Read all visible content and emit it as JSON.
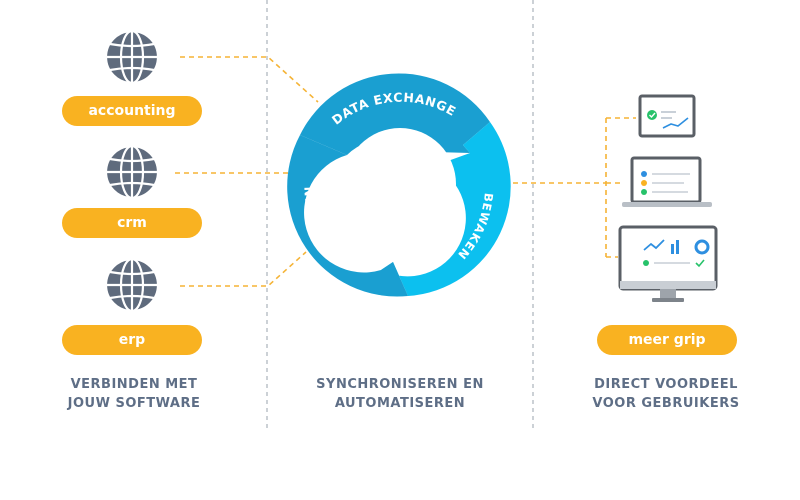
{
  "sources": [
    {
      "label": "accounting",
      "icon": "globe-icon"
    },
    {
      "label": "crm",
      "icon": "globe-icon"
    },
    {
      "label": "erp",
      "icon": "globe-icon"
    }
  ],
  "cycle": {
    "segments": [
      "DATA EXCHANGE",
      "BEWAKEN",
      "VERBINDEN"
    ]
  },
  "devices": [
    "monitor-icon",
    "laptop-icon",
    "desktop-icon"
  ],
  "result_label": "meer grip",
  "columns": [
    {
      "line1": "VERBINDEN MET",
      "line2": "JOUW SOFTWARE"
    },
    {
      "line1": "SYNCHRONISEREN EN",
      "line2": "AUTOMATISEREN"
    },
    {
      "line1": "DIRECT VOORDEEL",
      "line2": "VOOR GEBRUIKERS"
    }
  ],
  "colors": {
    "pill": "#f9b221",
    "connector": "#f5b335",
    "ring_dark": "#1a9fd1",
    "ring_light": "#0cc0ef",
    "globe": "#5f6b7d",
    "caption": "#5e6e86"
  }
}
